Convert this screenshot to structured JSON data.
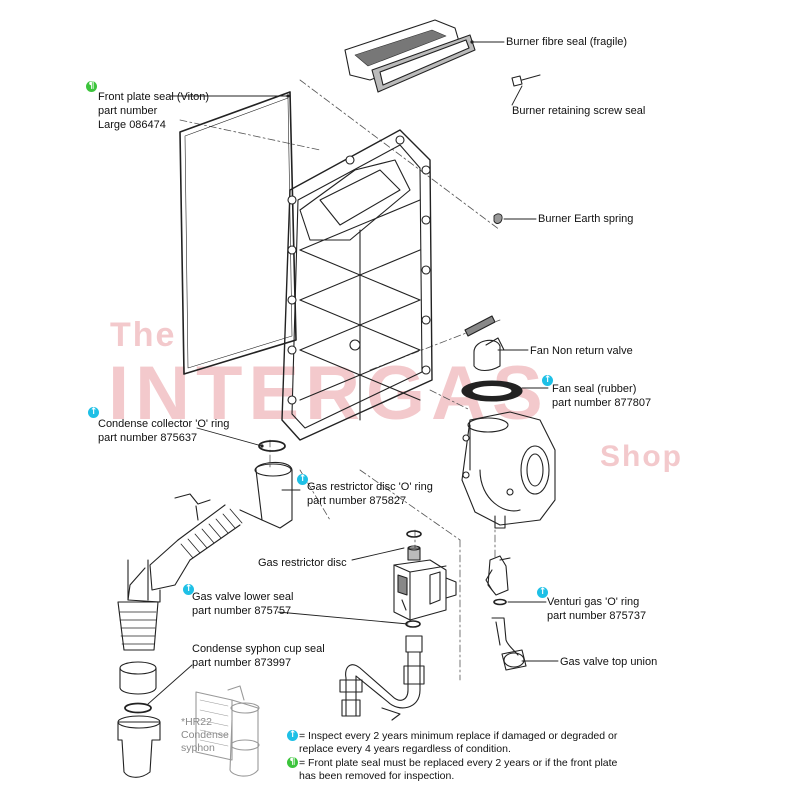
{
  "watermark": {
    "line1": "The",
    "line2": "INTERGAS",
    "line3": "Shop"
  },
  "icons": {
    "info": "info-badge-icon",
    "frontplate": "front-plate-badge-icon",
    "info_color": "#1ec0e6",
    "frontplate_color": "#3cc43c"
  },
  "labels": {
    "burner_fibre_seal": "Burner fibre seal (fragile)",
    "burner_retaining_screw_seal": "Burner retaining screw seal",
    "burner_earth_spring": "Burner Earth spring",
    "fan_non_return_valve": "Fan Non return valve",
    "gas_restrictor_disc": "Gas restrictor disc",
    "gas_valve_top_union": "Gas valve top union",
    "front_plate_seal": {
      "line1": "Front plate seal (Viton)",
      "line2": "part number",
      "line3": "Large 086474"
    },
    "fan_seal": {
      "line1": "Fan seal (rubber)",
      "line2": "part number 877807"
    },
    "condense_collector_ring": {
      "line1": "Condense collector 'O' ring",
      "line2": "part number 875637"
    },
    "gas_restrictor_ring": {
      "line1": "Gas restrictor disc 'O' ring",
      "line2": "part number 875827"
    },
    "gas_valve_lower_seal": {
      "line1": "Gas valve lower seal",
      "line2": "part number 875757"
    },
    "venturi_ring": {
      "line1": "Venturi gas 'O' ring",
      "line2": "part number 875737"
    },
    "syphon_cup_seal": {
      "line1": "Condense syphon cup seal",
      "line2": "part number 873997"
    },
    "hr22_note": {
      "line1": "*HR22",
      "line2": "Condense",
      "line3": "syphon"
    }
  },
  "legend": {
    "info_line1": "= Inspect every 2 years minimum replace if damaged or degraded or",
    "info_line2": "replace every 4 years regardless of condition.",
    "frontplate_line1": "= Front plate seal must be replaced every 2 years or if the front plate",
    "frontplate_line2": "has been removed for inspection."
  }
}
